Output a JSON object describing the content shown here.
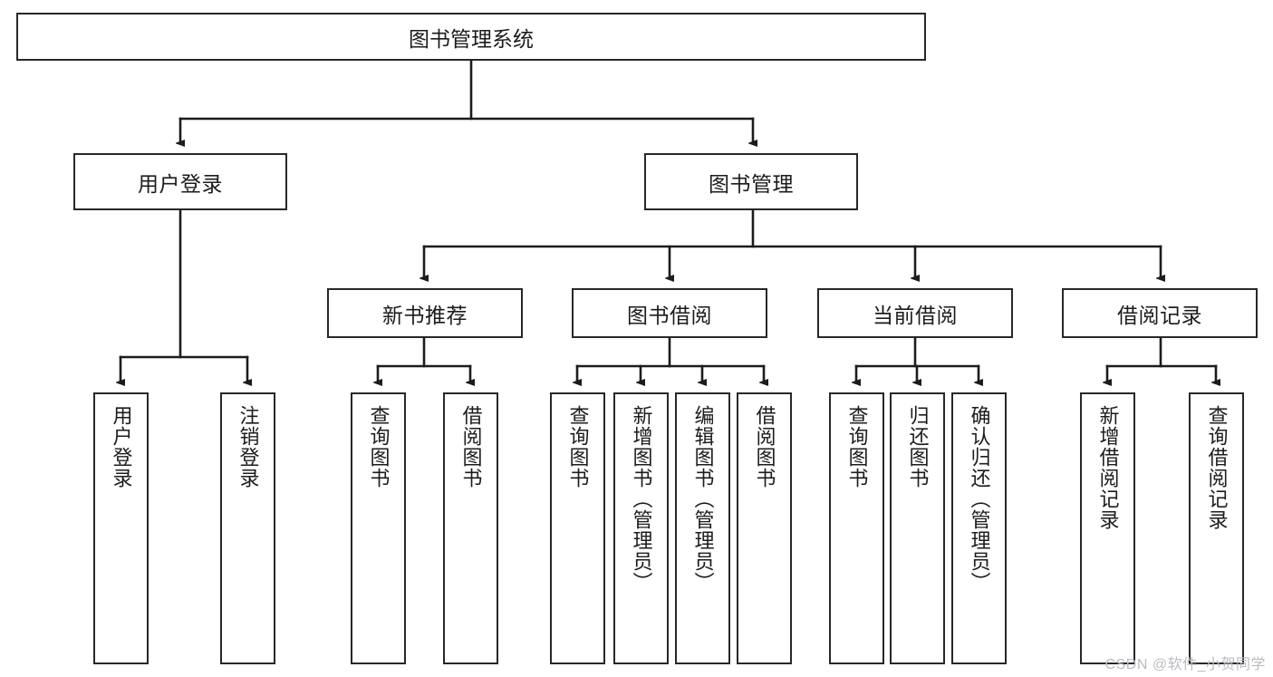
{
  "diagram": {
    "title": "图书管理系统",
    "type": "tree",
    "watermark": "CSDN @软件_小贺同学",
    "colors": {
      "box_border": "#26282b",
      "connector": "#1b1c1d",
      "text": "#1b1c1d",
      "background": "#ffffff",
      "watermark": "#b9bcc0"
    },
    "root": {
      "label": "图书管理系统"
    },
    "level2": [
      {
        "id": "user-login",
        "label": "用户登录"
      },
      {
        "id": "book-manage",
        "label": "图书管理"
      }
    ],
    "level3": [
      {
        "id": "new-book-recommend",
        "label": "新书推荐"
      },
      {
        "id": "book-borrow",
        "label": "图书借阅"
      },
      {
        "id": "current-borrow",
        "label": "当前借阅"
      },
      {
        "id": "borrow-record",
        "label": "借阅记录"
      }
    ],
    "leaves": {
      "user_login": [
        {
          "id": "leaf-user-login",
          "label": "用户登录"
        },
        {
          "id": "leaf-logout",
          "label": "注销登录"
        }
      ],
      "new_book_recommend": [
        {
          "id": "leaf-query-book-1",
          "label": "查询图书"
        },
        {
          "id": "leaf-borrow-book-1",
          "label": "借阅图书"
        }
      ],
      "book_borrow": [
        {
          "id": "leaf-query-book-2",
          "label": "查询图书"
        },
        {
          "id": "leaf-add-book",
          "label": "新增图书（管理员）"
        },
        {
          "id": "leaf-edit-book",
          "label": "编辑图书（管理员）"
        },
        {
          "id": "leaf-borrow-book-2",
          "label": "借阅图书"
        }
      ],
      "current_borrow": [
        {
          "id": "leaf-query-book-3",
          "label": "查询图书"
        },
        {
          "id": "leaf-return-book",
          "label": "归还图书"
        },
        {
          "id": "leaf-confirm-return",
          "label": "确认归还（管理员）"
        }
      ],
      "borrow_record": [
        {
          "id": "leaf-add-record",
          "label": "新增借阅记录"
        },
        {
          "id": "leaf-query-record",
          "label": "查询借阅记录"
        }
      ]
    }
  }
}
